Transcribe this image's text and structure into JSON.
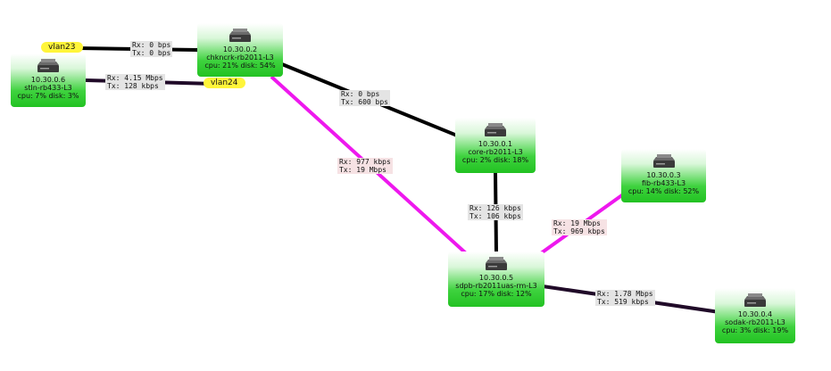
{
  "links": [
    {
      "id": "l-vlan23",
      "from": "vlan23",
      "to": "chkncrk",
      "rx": "Rx: 0 bps",
      "tx": "Tx: 0 bps",
      "color": "#000000"
    },
    {
      "id": "l-stln",
      "from": "stln",
      "to": "vlan24",
      "rx": "Rx: 4.15 Mbps",
      "tx": "Tx: 128 kbps",
      "color": "#200a28"
    },
    {
      "id": "l-chk-core",
      "from": "chkncrk",
      "to": "core",
      "rx": "Rx: 0 bps",
      "tx": "Tx: 600 bps",
      "color": "#000000"
    },
    {
      "id": "l-chk-sdpb",
      "from": "chkncrk",
      "to": "sdpb",
      "rx": "Rx: 977 kbps",
      "tx": "Tx: 19 Mbps",
      "color": "#ee18ee"
    },
    {
      "id": "l-core-sdpb",
      "from": "core",
      "to": "sdpb",
      "rx": "Rx: 126 kbps",
      "tx": "Tx: 106 kbps",
      "color": "#000000"
    },
    {
      "id": "l-sdpb-fib",
      "from": "sdpb",
      "to": "fib",
      "rx": "Rx: 19 Mbps",
      "tx": "Tx: 969 kbps",
      "color": "#ee18ee"
    },
    {
      "id": "l-sdpb-sodak",
      "from": "sdpb",
      "to": "sodak",
      "rx": "Rx: 1.78 Mbps",
      "tx": "Tx: 519 kbps",
      "color": "#200a28"
    }
  ],
  "vlans": [
    {
      "id": "vlan23",
      "label": "vlan23"
    },
    {
      "id": "vlan24",
      "label": "vlan24"
    }
  ],
  "nodes": [
    {
      "id": "chkncrk",
      "ip": "10.30.0.2",
      "name": "chkncrk-rb2011-L3",
      "stats": "cpu: 21% disk: 54%",
      "icon": "router-icon"
    },
    {
      "id": "stln",
      "ip": "10.30.0.6",
      "name": "stln-rb433-L3",
      "stats": "cpu: 7% disk: 3%",
      "icon": "router-icon"
    },
    {
      "id": "core",
      "ip": "10.30.0.1",
      "name": "core-rb2011-L3",
      "stats": "cpu: 2% disk: 18%",
      "icon": "router-icon"
    },
    {
      "id": "fib",
      "ip": "10.30.0.3",
      "name": "fib-rb433-L3",
      "stats": "cpu: 14% disk: 52%",
      "icon": "router-icon"
    },
    {
      "id": "sdpb",
      "ip": "10.30.0.5",
      "name": "sdpb-rb2011uas-rm-L3",
      "stats": "cpu: 17% disk: 12%",
      "icon": "router-icon"
    },
    {
      "id": "sodak",
      "ip": "10.30.0.4",
      "name": "sodak-rb2011-L3",
      "stats": "cpu: 3% disk: 19%",
      "icon": "router-icon"
    }
  ]
}
